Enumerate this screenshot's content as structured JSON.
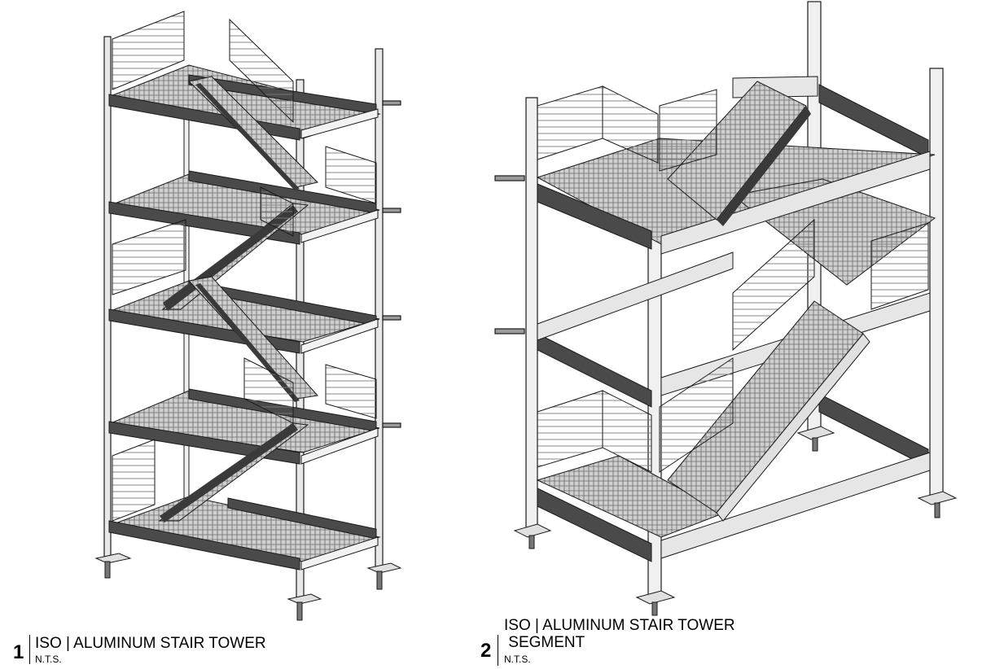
{
  "views": [
    {
      "number": "1",
      "title_lines": [
        "ISO | ALUMINUM STAIR TOWER"
      ],
      "scale": "N.T.S."
    },
    {
      "number": "2",
      "title_lines": [
        "ISO | ALUMINUM STAIR TOWER",
        " SEGMENT"
      ],
      "scale": "N.T.S."
    }
  ],
  "colors": {
    "line": "#1a1a1a",
    "beam_dark": "#4a4a4a",
    "beam_light": "#e6e6e6",
    "deck": "#d6d6d6",
    "rail": "#8a8a8a",
    "background": "#ffffff"
  }
}
